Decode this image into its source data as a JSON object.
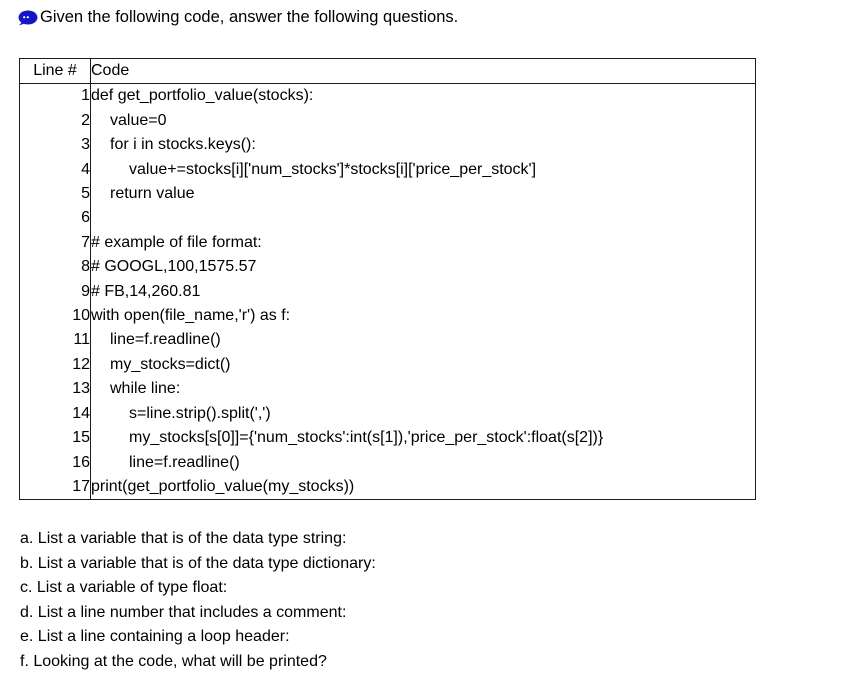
{
  "prompt": {
    "icon": "comment-bubble-icon",
    "icon_color": "#1414c8",
    "text": "Given the following code, answer the following questions."
  },
  "code_table": {
    "headers": {
      "line_number": "Line #",
      "code": "Code"
    },
    "border_color": "#1a1a1a",
    "rows": [
      {
        "line": "1",
        "indent": 0,
        "code": "def get_portfolio_value(stocks):"
      },
      {
        "line": "2",
        "indent": 1,
        "code": "value=0"
      },
      {
        "line": "3",
        "indent": 1,
        "code": "for i in stocks.keys():"
      },
      {
        "line": "4",
        "indent": 2,
        "code": "value+=stocks[i]['num_stocks']*stocks[i]['price_per_stock']"
      },
      {
        "line": "5",
        "indent": 1,
        "code": "return value"
      },
      {
        "line": "6",
        "indent": 0,
        "code": ""
      },
      {
        "line": "7",
        "indent": 0,
        "code": "# example of file format:"
      },
      {
        "line": "8",
        "indent": 0,
        "code": "# GOOGL,100,1575.57"
      },
      {
        "line": "9",
        "indent": 0,
        "code": "# FB,14,260.81"
      },
      {
        "line": "10",
        "indent": 0,
        "code": "with open(file_name,'r') as f:"
      },
      {
        "line": "11",
        "indent": 1,
        "code": "line=f.readline()"
      },
      {
        "line": "12",
        "indent": 1,
        "code": "my_stocks=dict()"
      },
      {
        "line": "13",
        "indent": 1,
        "code": "while line:"
      },
      {
        "line": "14",
        "indent": 2,
        "code": "s=line.strip().split(',')"
      },
      {
        "line": "15",
        "indent": 2,
        "code": "my_stocks[s[0]]={'num_stocks':int(s[1]),'price_per_stock':float(s[2])}"
      },
      {
        "line": "16",
        "indent": 2,
        "code": "line=f.readline()"
      },
      {
        "line": "17",
        "indent": 0,
        "code": "print(get_portfolio_value(my_stocks))"
      }
    ]
  },
  "questions": [
    {
      "text": "a. List a variable that is of the data type string:"
    },
    {
      "text": "b. List a variable that is of the data type dictionary:"
    },
    {
      "text": "c. List a variable of type float:"
    },
    {
      "text": "d. List a line number that includes a comment:"
    },
    {
      "text": "e. List a line containing a loop header:"
    },
    {
      "text": "f. Looking at the code, what will be printed?"
    }
  ]
}
